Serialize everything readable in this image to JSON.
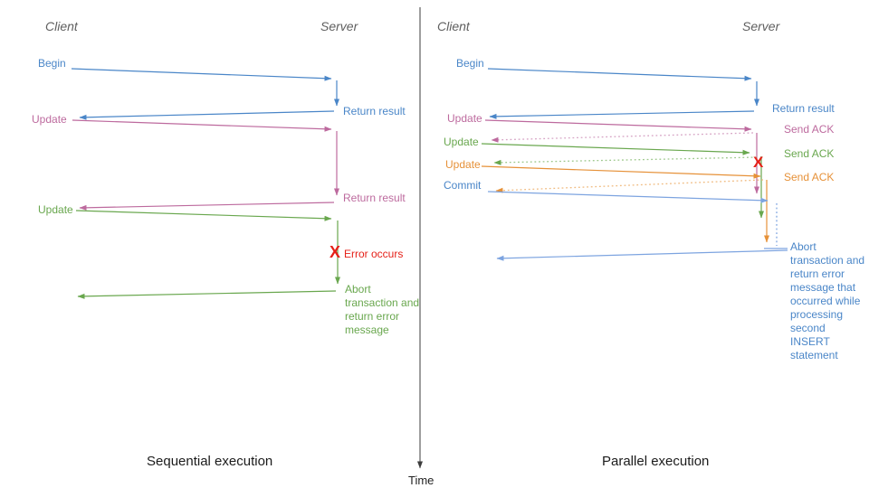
{
  "left": {
    "caption": "Sequential execution",
    "client": "Client",
    "server": "Server",
    "begin": "Begin",
    "return_result_1": "Return result",
    "update_1": "Update",
    "return_result_2": "Return result",
    "update_2": "Update",
    "error_label": "Error occurs",
    "abort_text": "Abort transaction and return error message"
  },
  "right": {
    "caption": "Parallel execution",
    "client": "Client",
    "server": "Server",
    "begin": "Begin",
    "return_result": "Return result",
    "update_1": "Update",
    "send_ack_1": "Send ACK",
    "update_2": "Update",
    "send_ack_2": "Send ACK",
    "update_3": "Update",
    "send_ack_3": "Send ACK",
    "commit": "Commit",
    "abort_text": "Abort transaction and return error message that occurred while processing second INSERT statement"
  },
  "time_axis": {
    "label": "Time"
  },
  "icons": {
    "error_x": "X"
  },
  "colors": {
    "blue": "#4a86c8",
    "light_blue": "#7da4e0",
    "pink": "#bd6a9e",
    "pink_light": "#d6a3c4",
    "green": "#69a74e",
    "green_light": "#9cc78a",
    "orange": "#e69138",
    "orange_light": "#f0bb80",
    "red": "#e52018",
    "header_gray": "#5f5f5f",
    "axis": "#3c3c3c"
  }
}
